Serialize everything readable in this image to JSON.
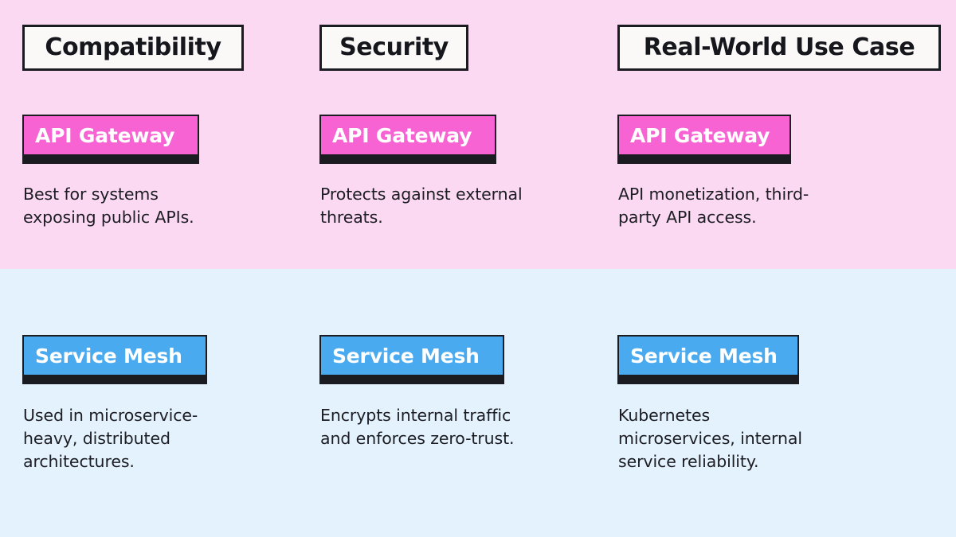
{
  "theme": {
    "band_top_color": "#fcd9f2",
    "band_bottom_color": "#e4f2fd",
    "api_gateway_color": "#f763d3",
    "service_mesh_color": "#4aaaf0",
    "outline_color": "#1b1b22",
    "header_chip_color": "#fbf9f7",
    "text_color": "#1d1d24"
  },
  "columns": [
    {
      "header": "Compatibility",
      "api_gateway": {
        "label": "API Gateway",
        "description": "Best for systems\nexposing public APIs."
      },
      "service_mesh": {
        "label": "Service Mesh",
        "description": "Used in microservice-\nheavy, distributed\narchitectures."
      }
    },
    {
      "header": "Security",
      "api_gateway": {
        "label": "API Gateway",
        "description": "Protects against external\nthreats."
      },
      "service_mesh": {
        "label": "Service Mesh",
        "description": "Encrypts internal traffic\nand enforces zero-trust."
      }
    },
    {
      "header": "Real-World Use Case",
      "api_gateway": {
        "label": "API Gateway",
        "description": "API monetization, third-\nparty API access."
      },
      "service_mesh": {
        "label": "Service Mesh",
        "description": "Kubernetes\nmicroservices, internal\nservice reliability."
      }
    }
  ]
}
